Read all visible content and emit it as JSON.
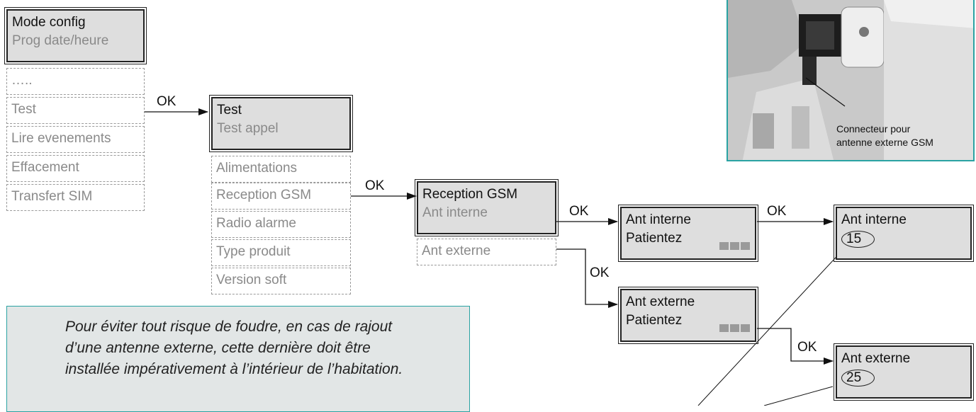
{
  "main_menu": {
    "screen_line1": "Mode config",
    "screen_line2": "Prog date/heure",
    "items": [
      "…..",
      "Test",
      "Lire evenements",
      "Effacement",
      "Transfert SIM"
    ]
  },
  "test_menu": {
    "screen_line1": "Test",
    "screen_line2": "Test appel",
    "items": [
      "Alimentations",
      "Reception GSM",
      "Radio alarme",
      "Type produit",
      "Version soft"
    ]
  },
  "gsm_menu": {
    "screen_line1": "Reception GSM",
    "screen_line2": "Ant interne",
    "items": [
      "Ant externe"
    ]
  },
  "ant_interne_wait": {
    "line1": "Ant interne",
    "line2": "Patientez"
  },
  "ant_interne_result": {
    "line1": "Ant interne",
    "value": "15"
  },
  "ant_externe_wait": {
    "line1": "Ant externe",
    "line2": "Patientez"
  },
  "ant_externe_result": {
    "line1": "Ant externe",
    "value": "25"
  },
  "ok_label": "OK",
  "ok_labels": [
    "OK",
    "OK",
    "OK",
    "OK",
    "OK",
    "OK"
  ],
  "photo_caption": {
    "line1": "Connecteur pour",
    "line2": "antenne externe GSM"
  },
  "note": {
    "line1": "Pour éviter tout risque de foudre, en cas de rajout",
    "line2": "d’une antenne externe, cette dernière doit être",
    "line3": "installée impérativement à l’intérieur de l’habitation."
  },
  "colors": {
    "accent": "#2aa3a3",
    "lcd_bg": "#dedede",
    "grey_text": "#8a8a8a"
  }
}
